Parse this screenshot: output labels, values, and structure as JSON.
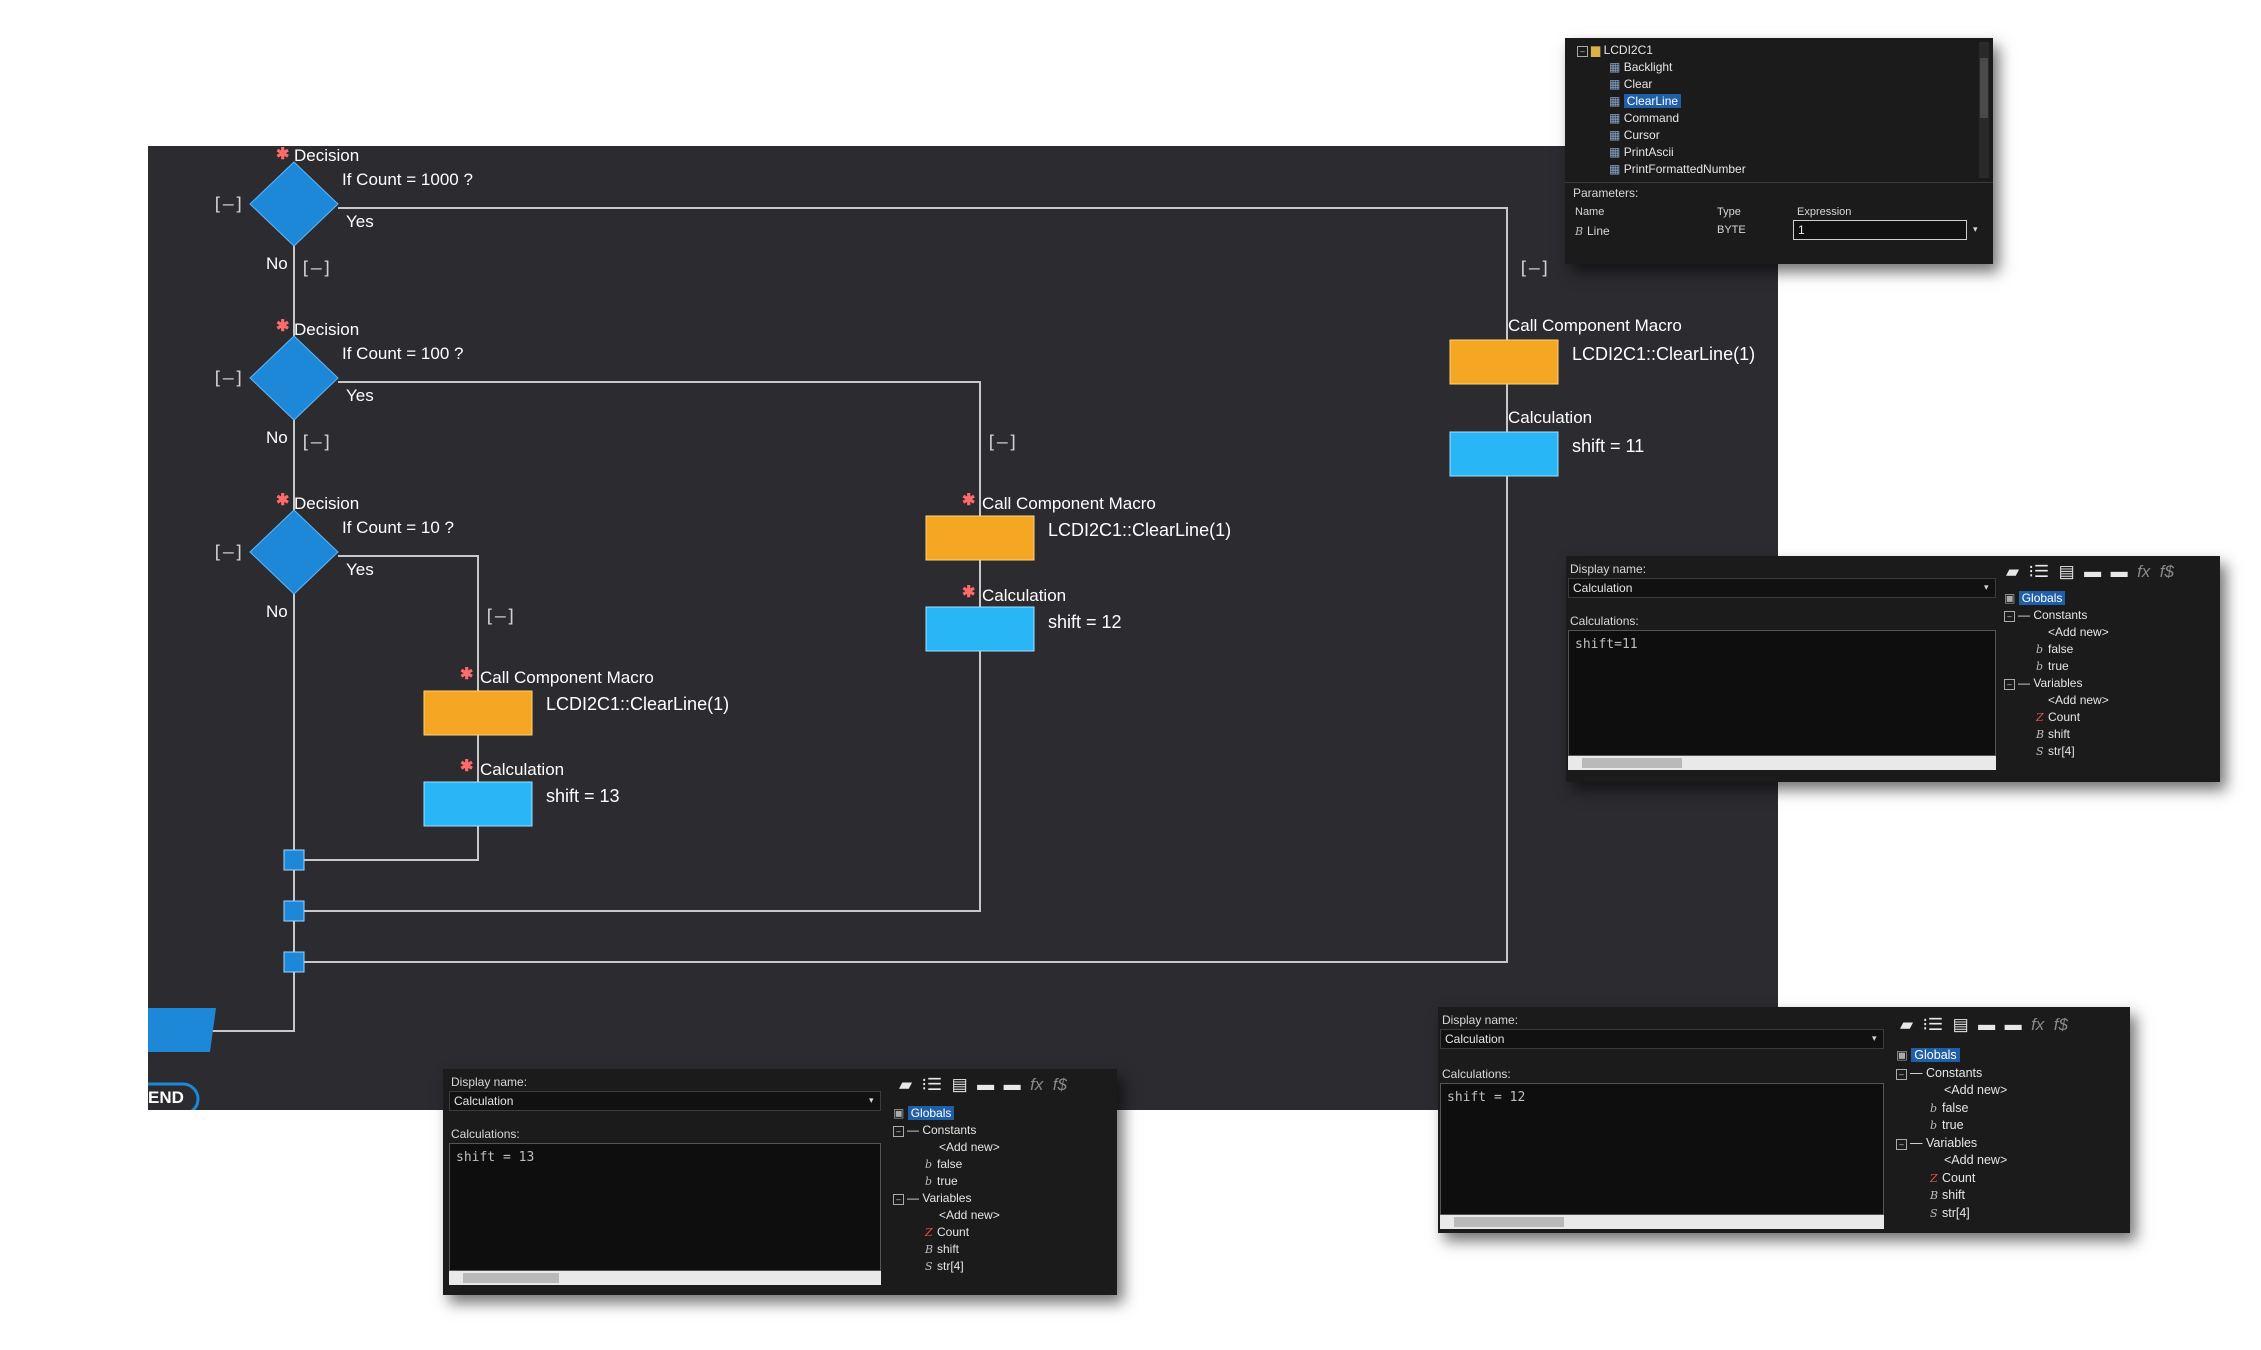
{
  "flow": {
    "decisions": [
      {
        "title": "Decision",
        "condition": "If Count = 1000 ?",
        "yes": "Yes",
        "no": "No"
      },
      {
        "title": "Decision",
        "condition": "If Count = 100 ?",
        "yes": "Yes",
        "no": "No"
      },
      {
        "title": "Decision",
        "condition": "If Count = 10 ?",
        "yes": "Yes",
        "no": "No"
      }
    ],
    "collapse_label": "[–]",
    "macros": [
      {
        "title": "Call Component Macro",
        "text": "LCDI2C1::ClearLine(1)"
      },
      {
        "title": "Call Component Macro",
        "text": "LCDI2C1::ClearLine(1)"
      },
      {
        "title": "Call Component Macro",
        "text": "LCDI2C1::ClearLine(1)"
      }
    ],
    "calcs": [
      {
        "title": "Calculation",
        "text": "shift = 11"
      },
      {
        "title": "Calculation",
        "text": "shift = 12"
      },
      {
        "title": "Calculation",
        "text": "shift = 13"
      }
    ],
    "end_label": "END"
  },
  "component_panel": {
    "root": "LCDI2C1",
    "items": [
      "Backlight",
      "Clear",
      "ClearLine",
      "Command",
      "Cursor",
      "PrintAscii",
      "PrintFormattedNumber"
    ],
    "selected": "ClearLine",
    "parameters_label": "Parameters:",
    "columns": [
      "Name",
      "Type",
      "Expression"
    ],
    "param": {
      "name": "Line",
      "type": "BYTE",
      "expression": "1"
    }
  },
  "calc_panels": [
    {
      "display_name_label": "Display name:",
      "display_name": "Calculation",
      "calculations_label": "Calculations:",
      "code": "shift=11"
    },
    {
      "display_name_label": "Display name:",
      "display_name": "Calculation",
      "calculations_label": "Calculations:",
      "code": "shift = 12"
    },
    {
      "display_name_label": "Display name:",
      "display_name": "Calculation",
      "calculations_label": "Calculations:",
      "code": "shift = 13"
    }
  ],
  "globals": {
    "root": "Globals",
    "constants_label": "Constants",
    "add_new": "<Add new>",
    "constants": [
      "false",
      "true"
    ],
    "variables_label": "Variables",
    "variables": [
      "Count",
      "shift",
      "str[4]"
    ]
  },
  "colors": {
    "canvas": "#2c2c30",
    "decision": "#1e88d8",
    "macro": "#f5a623",
    "calc": "#29b6f6",
    "line": "#c8c8c8"
  }
}
